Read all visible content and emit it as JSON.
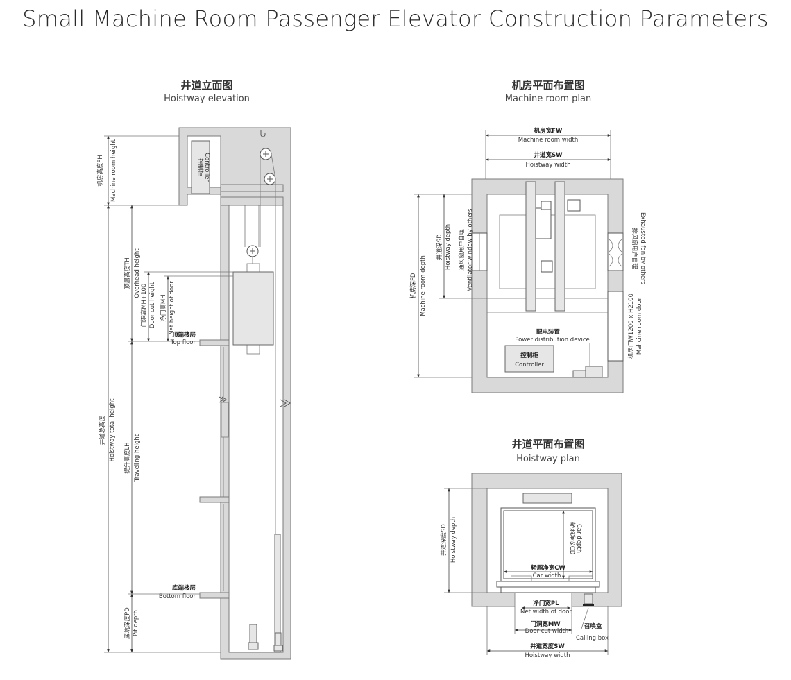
{
  "title": "Small Machine Room Passenger Elevator Construction Parameters",
  "sections": {
    "elevation": {
      "zh": "井道立面图",
      "en": "Hoistway elevation"
    },
    "machine_room": {
      "zh": "机房平面布置图",
      "en": "Machine room plan"
    },
    "hoistway_plan": {
      "zh": "井道平面布置图",
      "en": "Hoistway plan"
    }
  },
  "elevation": {
    "controller_zh": "控制柜",
    "controller_en": "Controller",
    "fh_zh": "机房高度FH",
    "fh_en": "Machine room height",
    "th_zh": "顶层高度TH",
    "th_en": "Overhead height",
    "door_cut_zh": "门洞高MH+100",
    "door_cut_en": "Door cut height",
    "mh_zh": "净门高MH",
    "mh_en": "Net height of door",
    "top_floor_zh": "顶端楼层",
    "top_floor_en": "Top floor",
    "total_zh": "井道总高度",
    "total_en": "Hoistway total height",
    "lh_zh": "提升高度LH",
    "lh_en": "Traveling height",
    "bottom_floor_zh": "底端楼层",
    "bottom_floor_en": "Bottom floor",
    "pd_zh": "底坑深度PD",
    "pd_en": "Pit depth"
  },
  "machine_room": {
    "fw_zh": "机房宽FW",
    "fw_en": "Machine room width",
    "sw_zh": "井道宽SW",
    "sw_en": "Hoistway width",
    "fd_zh": "机房深FD",
    "fd_en": "Machine room depth",
    "sd_zh": "井道深SD",
    "sd_en": "Hoistway depth",
    "vent_zh": "通风窗用户自理",
    "vent_en": "Ventilator window by others",
    "fan_zh": "排风扇用户自理",
    "fan_en": "Exhausted fan by others",
    "door_zh": "机房门W1200 x H2100",
    "door_en": "Mahcine room door",
    "power_zh": "配电装置",
    "power_en": "Power distribution device",
    "controller_zh": "控制柜",
    "controller_en": "Controller"
  },
  "hoistway_plan": {
    "sd_zh": "井道深度SD",
    "sd_en": "Hoistway depth",
    "cd_zh": "轿厢净深CD",
    "cd_en": "Car depth",
    "cw_zh": "轿厢净宽CW",
    "cw_en": "Car width",
    "pl_zh": "净门宽PL",
    "pl_en": "Net width of door",
    "mw_zh": "门洞宽MW",
    "mw_en": "Door cut width",
    "call_zh": "召唤盒",
    "call_en": "Calling box",
    "sw_zh": "井道宽度SW",
    "sw_en": "Hoistway width"
  }
}
